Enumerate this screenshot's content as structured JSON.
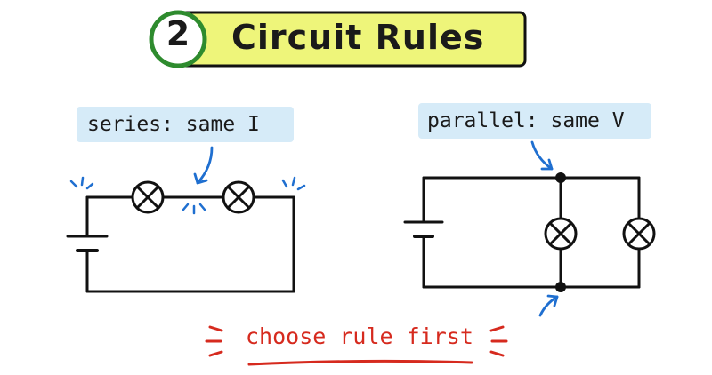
{
  "title": {
    "number": "2",
    "text": "Circuit Rules"
  },
  "series_label": "series: same I",
  "parallel_label": "parallel: same V",
  "footer_note": "choose rule first",
  "colors": {
    "banner_fill": "#eef57a",
    "badge_ring": "#2e8b2e",
    "label_fill": "#d6ebf8",
    "arrow": "#1f6fd0",
    "accent_red": "#d62a1e",
    "wire": "#111111"
  },
  "icons": [
    "lamp-icon",
    "battery-icon",
    "junction-dot",
    "arrow-icon",
    "sparkle-marks"
  ]
}
